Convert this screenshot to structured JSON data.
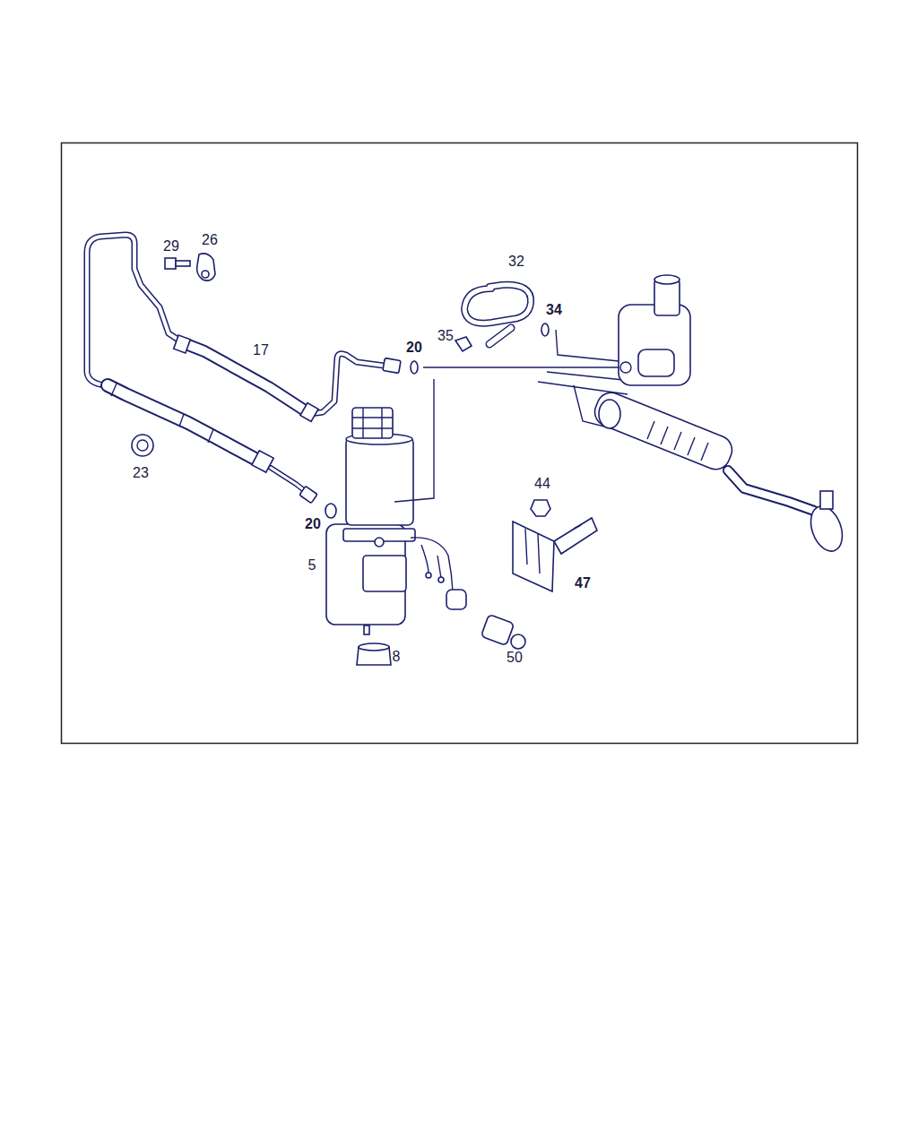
{
  "diagram": {
    "labels": [
      "29",
      "26",
      "32",
      "34",
      "35",
      "20",
      "17",
      "23",
      "44",
      "20",
      "5",
      "47",
      "8",
      "50"
    ]
  }
}
